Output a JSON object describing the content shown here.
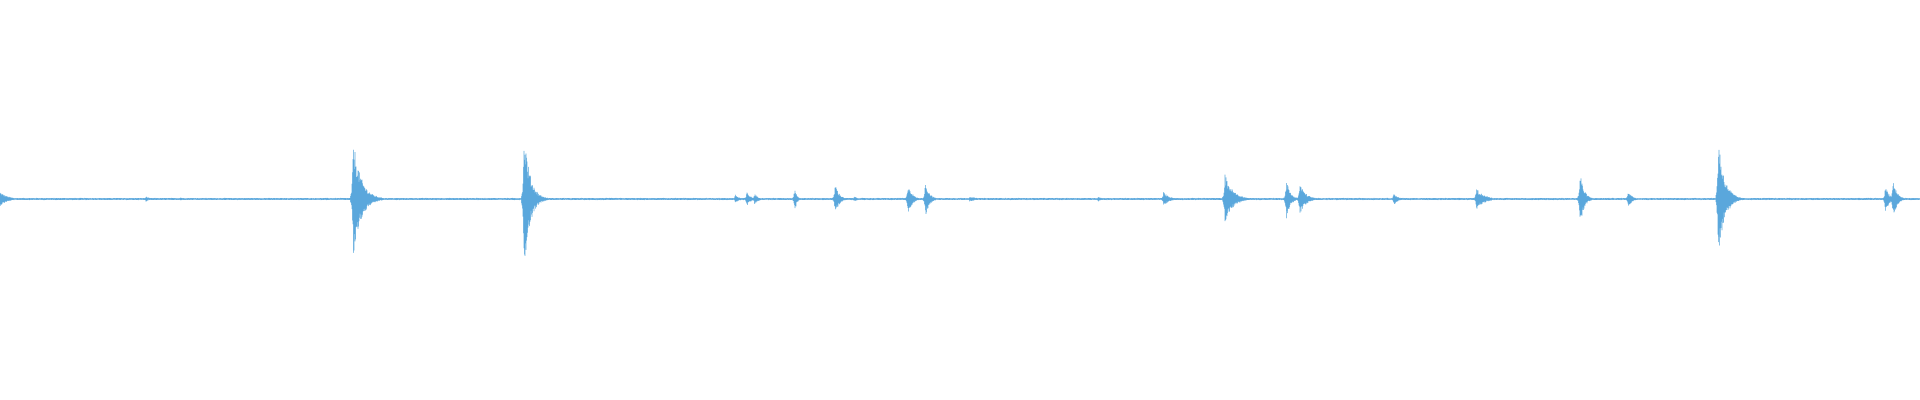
{
  "waveform": {
    "color": "#5aa7dc",
    "baseline_color": "#5aa7dc",
    "description_color_note": "light blue",
    "noise_amplitude": 0.012,
    "events": [
      {
        "t": 0.0,
        "amp": 0.08,
        "decay": 0.004
      },
      {
        "t": 0.076,
        "amp": 0.03,
        "decay": 0.002
      },
      {
        "t": 0.094,
        "amp": 0.02,
        "decay": 0.002
      },
      {
        "t": 0.184,
        "amp": 0.67,
        "decay": 0.004
      },
      {
        "t": 0.273,
        "amp": 0.78,
        "decay": 0.003
      },
      {
        "t": 0.276,
        "amp": 0.25,
        "decay": 0.002
      },
      {
        "t": 0.383,
        "amp": 0.05,
        "decay": 0.002
      },
      {
        "t": 0.389,
        "amp": 0.08,
        "decay": 0.002
      },
      {
        "t": 0.393,
        "amp": 0.06,
        "decay": 0.002
      },
      {
        "t": 0.414,
        "amp": 0.15,
        "decay": 0.001
      },
      {
        "t": 0.435,
        "amp": 0.18,
        "decay": 0.002
      },
      {
        "t": 0.445,
        "amp": 0.03,
        "decay": 0.002
      },
      {
        "t": 0.473,
        "amp": 0.18,
        "decay": 0.002
      },
      {
        "t": 0.482,
        "amp": 0.2,
        "decay": 0.002
      },
      {
        "t": 0.505,
        "amp": 0.03,
        "decay": 0.004
      },
      {
        "t": 0.572,
        "amp": 0.03,
        "decay": 0.002
      },
      {
        "t": 0.606,
        "amp": 0.08,
        "decay": 0.003
      },
      {
        "t": 0.638,
        "amp": 0.28,
        "decay": 0.004
      },
      {
        "t": 0.67,
        "amp": 0.22,
        "decay": 0.002
      },
      {
        "t": 0.677,
        "amp": 0.18,
        "decay": 0.003
      },
      {
        "t": 0.726,
        "amp": 0.07,
        "decay": 0.002
      },
      {
        "t": 0.769,
        "amp": 0.12,
        "decay": 0.004
      },
      {
        "t": 0.823,
        "amp": 0.3,
        "decay": 0.002
      },
      {
        "t": 0.848,
        "amp": 0.1,
        "decay": 0.002
      },
      {
        "t": 0.895,
        "amp": 0.7,
        "decay": 0.003
      },
      {
        "t": 0.9,
        "amp": 0.15,
        "decay": 0.003
      },
      {
        "t": 0.982,
        "amp": 0.15,
        "decay": 0.002
      },
      {
        "t": 0.986,
        "amp": 0.22,
        "decay": 0.002
      }
    ]
  }
}
